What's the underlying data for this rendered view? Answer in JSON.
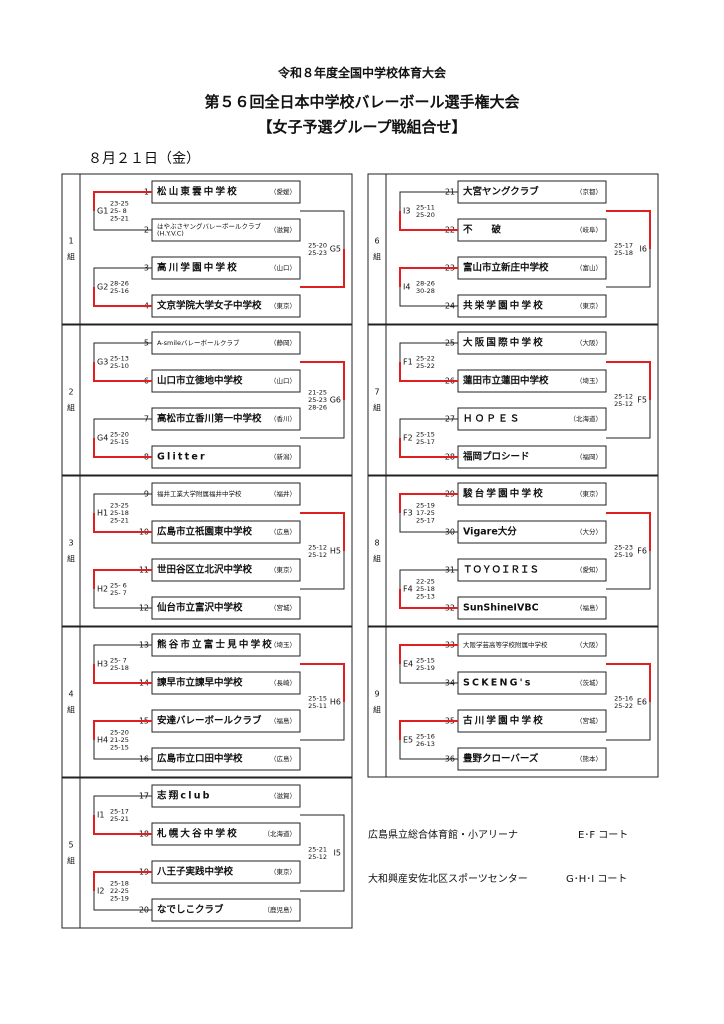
{
  "header": {
    "line1": "令和８年度全国中学校体育大会",
    "line2": "第５６回全日本中学校バレーボール選手権大会",
    "line3": "【女子予選グループ戦組合せ】",
    "date": "８月２１日（金）"
  },
  "colors": {
    "win": "#e02020",
    "line": "#222222",
    "box": "#222222"
  },
  "groups": [
    {
      "side_label": "1\n組",
      "final_code": "G5",
      "final_scores": "25-20\n25-23",
      "halves": [
        {
          "code": "G1",
          "scores": "23-25\n25- 8\n25-21",
          "winner": "top"
        },
        {
          "code": "G2",
          "scores": "28-26\n25-16",
          "winner": "bottom"
        }
      ],
      "final_winner": "bottom",
      "teams": [
        {
          "no": "1",
          "name": "松山東雲中学校",
          "pref": "（愛媛）",
          "spaced": true
        },
        {
          "no": "2",
          "name": "はやぶさヤングバレーボールクラブ\n(H.Y.V.C)",
          "pref": "（滋賀）",
          "small": true
        },
        {
          "no": "3",
          "name": "高川学園中学校",
          "pref": "（山口）",
          "spaced": true
        },
        {
          "no": "4",
          "name": "文京学院大学女子中学校",
          "pref": "（東京）"
        }
      ]
    },
    {
      "side_label": "2\n組",
      "final_code": "G6",
      "final_scores": "21-25\n25-23\n28-26",
      "halves": [
        {
          "code": "G3",
          "scores": "25-13\n25-10",
          "winner": "bottom"
        },
        {
          "code": "G4",
          "scores": "25-20\n25-15",
          "winner": "bottom"
        }
      ],
      "final_winner": "top",
      "teams": [
        {
          "no": "5",
          "name": "A-smileバレーボールクラブ",
          "pref": "（静岡）",
          "small": true
        },
        {
          "no": "6",
          "name": "山口市立徳地中学校",
          "pref": "（山口）"
        },
        {
          "no": "7",
          "name": "高松市立香川第一中学校",
          "pref": "（香川）"
        },
        {
          "no": "8",
          "name": "Glitter",
          "pref": "（新潟）",
          "spaced": true
        }
      ]
    },
    {
      "side_label": "3\n組",
      "final_code": "H5",
      "final_scores": "25-12\n25-12",
      "halves": [
        {
          "code": "H1",
          "scores": "23-25\n25-18\n25-21",
          "winner": "bottom"
        },
        {
          "code": "H2",
          "scores": "25- 6\n25- 7",
          "winner": "top"
        }
      ],
      "final_winner": "top",
      "teams": [
        {
          "no": "9",
          "name": "福井工業大学附属福井中学校",
          "pref": "（福井）",
          "small": true
        },
        {
          "no": "10",
          "name": "広島市立祇園東中学校",
          "pref": "（広島）"
        },
        {
          "no": "11",
          "name": "世田谷区立北沢中学校",
          "pref": "（東京）"
        },
        {
          "no": "12",
          "name": "仙台市立富沢中学校",
          "pref": "（宮城）"
        }
      ]
    },
    {
      "side_label": "4\n組",
      "final_code": "H6",
      "final_scores": "25-15\n25-11",
      "halves": [
        {
          "code": "H3",
          "scores": "25- 7\n25-18",
          "winner": "bottom"
        },
        {
          "code": "H4",
          "scores": "25-20\n21-25\n25-15",
          "winner": "top"
        }
      ],
      "final_winner": "top",
      "teams": [
        {
          "no": "13",
          "name": "熊谷市立富士見中学校",
          "pref": "（埼玉）",
          "spaced": true
        },
        {
          "no": "14",
          "name": "諫早市立諫早中学校",
          "pref": "（長崎）"
        },
        {
          "no": "15",
          "name": "安達バレーボールクラブ",
          "pref": "（福島）"
        },
        {
          "no": "16",
          "name": "広島市立口田中学校",
          "pref": "（広島）"
        }
      ]
    },
    {
      "side_label": "5\n組",
      "final_code": "I5",
      "final_scores": "25-21\n25-12",
      "halves": [
        {
          "code": "I1",
          "scores": "25-17\n25-21",
          "winner": "bottom"
        },
        {
          "code": "I2",
          "scores": "25-18\n22-25\n25-19",
          "winner": "top"
        }
      ],
      "final_winner": "none",
      "teams": [
        {
          "no": "17",
          "name": "志翔club",
          "pref": "（滋賀）",
          "spaced": true
        },
        {
          "no": "18",
          "name": "札幌大谷中学校",
          "pref": "（北海道）",
          "spaced": true
        },
        {
          "no": "19",
          "name": "八王子実践中学校",
          "pref": "（東京）"
        },
        {
          "no": "20",
          "name": "なでしこクラブ",
          "pref": "（鹿児島）"
        }
      ]
    },
    {
      "side_label": "6\n組",
      "final_code": "I6",
      "final_scores": "25-17\n25-18",
      "halves": [
        {
          "code": "I3",
          "scores": "25-11\n25-20",
          "winner": "bottom"
        },
        {
          "code": "I4",
          "scores": "28-26\n30-28",
          "winner": "top"
        }
      ],
      "final_winner": "top",
      "teams": [
        {
          "no": "21",
          "name": "大宮ヤングクラブ",
          "pref": "（京都）"
        },
        {
          "no": "22",
          "name": "不　　破",
          "pref": "（岐阜）"
        },
        {
          "no": "23",
          "name": "富山市立新庄中学校",
          "pref": "（富山）"
        },
        {
          "no": "24",
          "name": "共栄学園中学校",
          "pref": "（東京）",
          "spaced": true
        }
      ]
    },
    {
      "side_label": "7\n組",
      "final_code": "F5",
      "final_scores": "25-12\n25-12",
      "halves": [
        {
          "code": "F1",
          "scores": "25-22\n25-22",
          "winner": "bottom"
        },
        {
          "code": "F2",
          "scores": "25-15\n25-17",
          "winner": "bottom"
        }
      ],
      "final_winner": "top",
      "teams": [
        {
          "no": "25",
          "name": "大阪国際中学校",
          "pref": "（大阪）",
          "spaced": true
        },
        {
          "no": "26",
          "name": "蓮田市立蓮田中学校",
          "pref": "（埼玉）"
        },
        {
          "no": "27",
          "name": "ＨＯＰＥＳ",
          "pref": "（北海道）",
          "spaced": true
        },
        {
          "no": "28",
          "name": "福岡プロシード",
          "pref": "（福岡）"
        }
      ]
    },
    {
      "side_label": "8\n組",
      "final_code": "F6",
      "final_scores": "25-23\n25-19",
      "halves": [
        {
          "code": "F3",
          "scores": "25-19\n17-25\n25-17",
          "winner": "top"
        },
        {
          "code": "F4",
          "scores": "22-25\n25-18\n25-13",
          "winner": "bottom"
        }
      ],
      "final_winner": "top",
      "teams": [
        {
          "no": "29",
          "name": "駿台学園中学校",
          "pref": "（東京）",
          "spaced": true
        },
        {
          "no": "30",
          "name": "Vigare大分",
          "pref": "（大分）"
        },
        {
          "no": "31",
          "name": "ＴＯＹＯＩＲＩＳ",
          "pref": "（愛知）"
        },
        {
          "no": "32",
          "name": "SunShineIVBC",
          "pref": "（福島）"
        }
      ]
    },
    {
      "side_label": "9\n組",
      "final_code": "E6",
      "final_scores": "25-16\n25-22",
      "halves": [
        {
          "code": "E4",
          "scores": "25-15\n25-19",
          "winner": "top"
        },
        {
          "code": "E5",
          "scores": "25-16\n26-13",
          "winner": "top"
        }
      ],
      "final_winner": "top",
      "teams": [
        {
          "no": "33",
          "name": "大阪学芸高等学校附属中学校",
          "pref": "（大阪）",
          "small": true
        },
        {
          "no": "34",
          "name": "SCKENG's",
          "pref": "（茨城）",
          "spaced": true
        },
        {
          "no": "35",
          "name": "古川学園中学校",
          "pref": "（宮城）",
          "spaced": true
        },
        {
          "no": "36",
          "name": "豊野クローバーズ",
          "pref": "（熊本）"
        }
      ]
    }
  ],
  "venues": [
    {
      "name": "広島県立総合体育館・小アリーナ",
      "courts": "E･F コート"
    },
    {
      "name": "大和興産安佐北区スポーツセンター",
      "courts": "G･H･I コート"
    }
  ]
}
